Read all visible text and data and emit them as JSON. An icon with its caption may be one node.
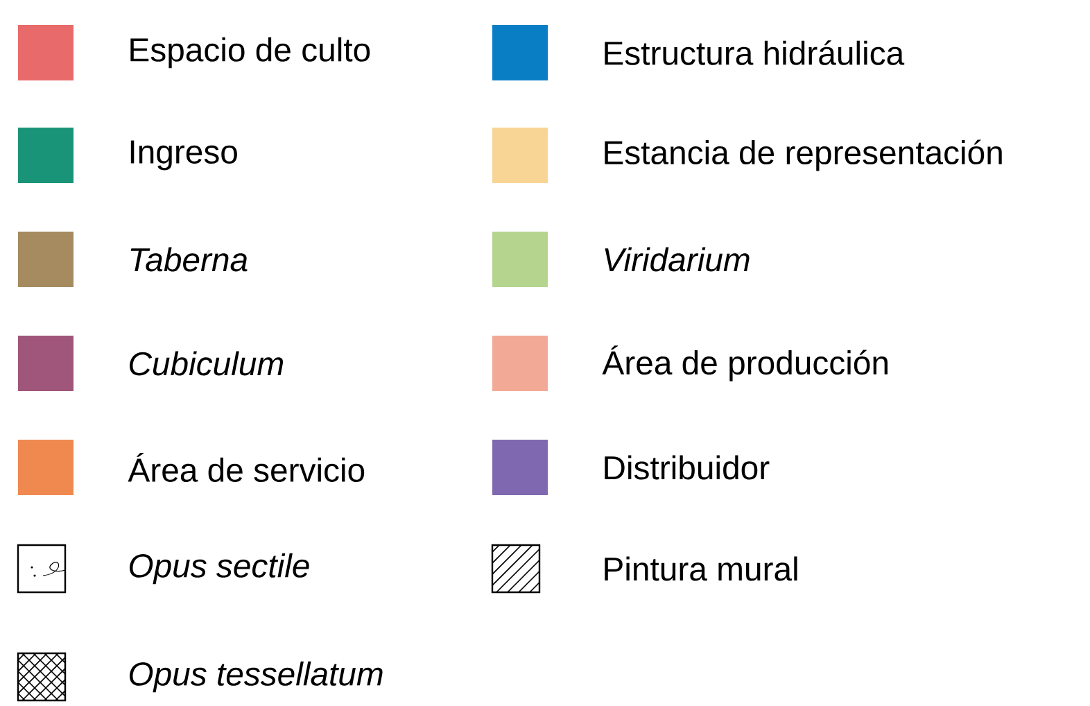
{
  "diagram": {
    "legend": [
      {
        "text": "Espacio de culto",
        "color": "#e86a6a"
      },
      {
        "text": "Estructura hidráulica",
        "color": "#0a7ec4"
      },
      {
        "text": "Ingreso",
        "color": "#1a9478"
      },
      {
        "text": "Estancia de representación",
        "color": "#f8d594"
      },
      {
        "text": "Taberna",
        "color": "#a68a60"
      },
      {
        "text": "Viridarium",
        "color": "#b5d58e"
      },
      {
        "text": "Cubiculum",
        "color": "#a0557a"
      },
      {
        "text": "Área de producción",
        "color": "#f2aa96"
      },
      {
        "text": "Área de servicio",
        "color": "#f0894f"
      },
      {
        "text": "Distribuidor",
        "color": "#8068b0"
      },
      {
        "text": "Opus sectile"
      },
      {
        "text": "Pintura mural"
      },
      {
        "text": "Opus tessellatum"
      }
    ]
  }
}
